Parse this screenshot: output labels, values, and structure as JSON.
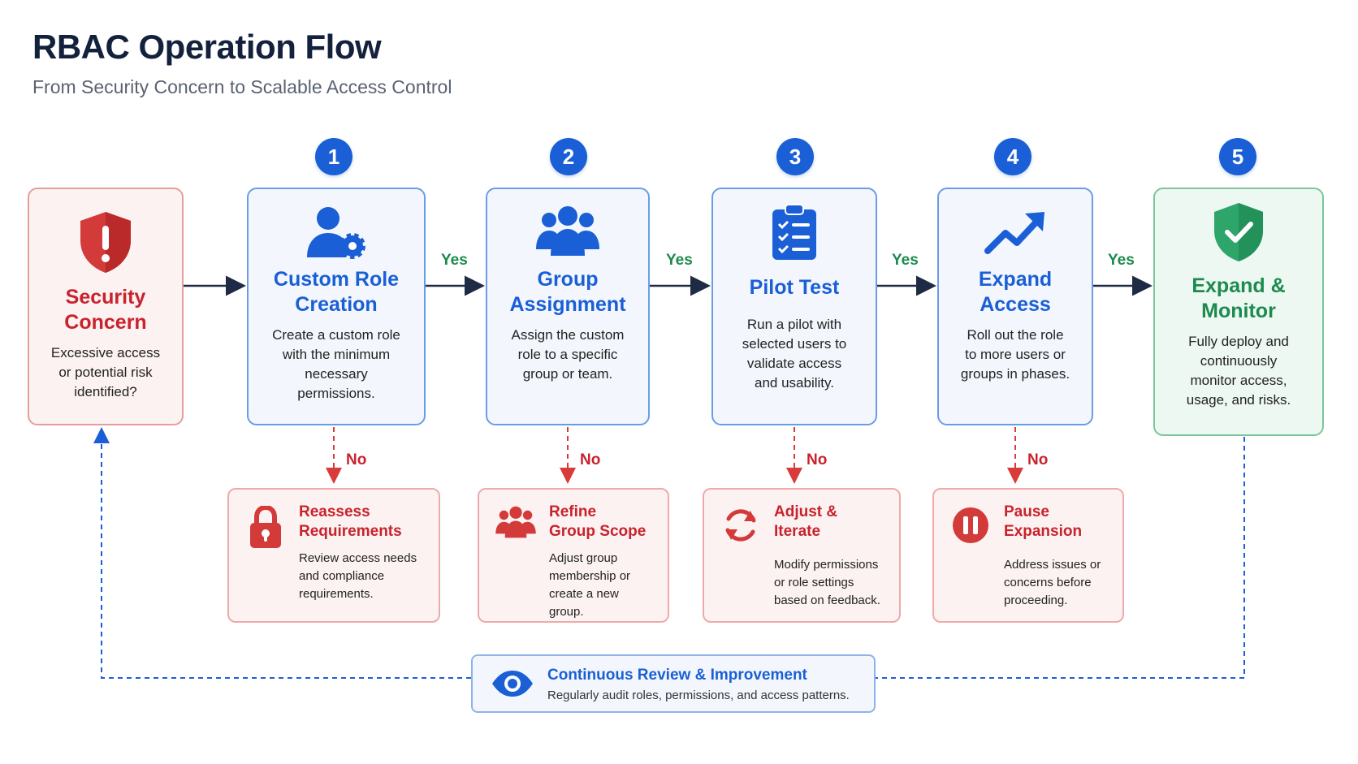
{
  "title": "RBAC Operation Flow",
  "subtitle": "From Security Concern to Scalable Access Control",
  "start": {
    "title_line1": "Security",
    "title_line2": "Concern",
    "desc_line1": "Excessive access",
    "desc_line2": "or potential risk",
    "desc_line3": "identified?"
  },
  "steps": [
    {
      "number": "1",
      "title_line1": "Custom Role",
      "title_line2": "Creation",
      "desc_line1": "Create a custom role",
      "desc_line2": "with the minimum",
      "desc_line3": "necessary",
      "desc_line4": "permissions."
    },
    {
      "number": "2",
      "title_line1": "Group",
      "title_line2": "Assignment",
      "desc_line1": "Assign the custom",
      "desc_line2": "role to a specific",
      "desc_line3": "group or team."
    },
    {
      "number": "3",
      "title_line1": "Pilot Test",
      "desc_line1": "Run a pilot with",
      "desc_line2": "selected users to",
      "desc_line3": "validate access",
      "desc_line4": "and usability."
    },
    {
      "number": "4",
      "title_line1": "Expand",
      "title_line2": "Access",
      "desc_line1": "Roll out the role",
      "desc_line2": "to more users or",
      "desc_line3": "groups in phases."
    },
    {
      "number": "5",
      "title_line1": "Expand &",
      "title_line2": "Monitor",
      "desc_line1": "Fully deploy and",
      "desc_line2": "continuously",
      "desc_line3": "monitor access,",
      "desc_line4": "usage, and risks."
    }
  ],
  "labels": {
    "yes": "Yes",
    "no": "No"
  },
  "alternatives": [
    {
      "title_line1": "Reassess",
      "title_line2": "Requirements",
      "desc_line1": "Review access needs",
      "desc_line2": "and compliance",
      "desc_line3": "requirements."
    },
    {
      "title_line1": "Refine",
      "title_line2": "Group Scope",
      "desc_line1": "Adjust group",
      "desc_line2": "membership or",
      "desc_line3": "create a new group."
    },
    {
      "title_line1": "Adjust & Iterate",
      "desc_line1": "Modify permissions",
      "desc_line2": "or role settings",
      "desc_line3": "based on feedback."
    },
    {
      "title_line1": "Pause Expansion",
      "desc_line1": "Address issues or",
      "desc_line2": "concerns before",
      "desc_line3": "proceeding."
    }
  ],
  "review": {
    "title": "Continuous Review & Improvement",
    "desc": "Regularly audit roles, permissions, and access patterns."
  },
  "icons": {
    "start": "shield-alert-icon",
    "step1": "user-gear-icon",
    "step2": "users-group-icon",
    "step3": "clipboard-checklist-icon",
    "step4": "trend-up-icon",
    "step5": "shield-check-icon",
    "alt1": "lock-icon",
    "alt2": "users-group-icon",
    "alt3": "refresh-icon",
    "alt4": "pause-icon",
    "review": "eye-icon"
  },
  "colors": {
    "accent_blue": "#1a5fd6",
    "alert_red": "#c8232c",
    "success_green": "#1d8a4e",
    "title_navy": "#14213d"
  }
}
